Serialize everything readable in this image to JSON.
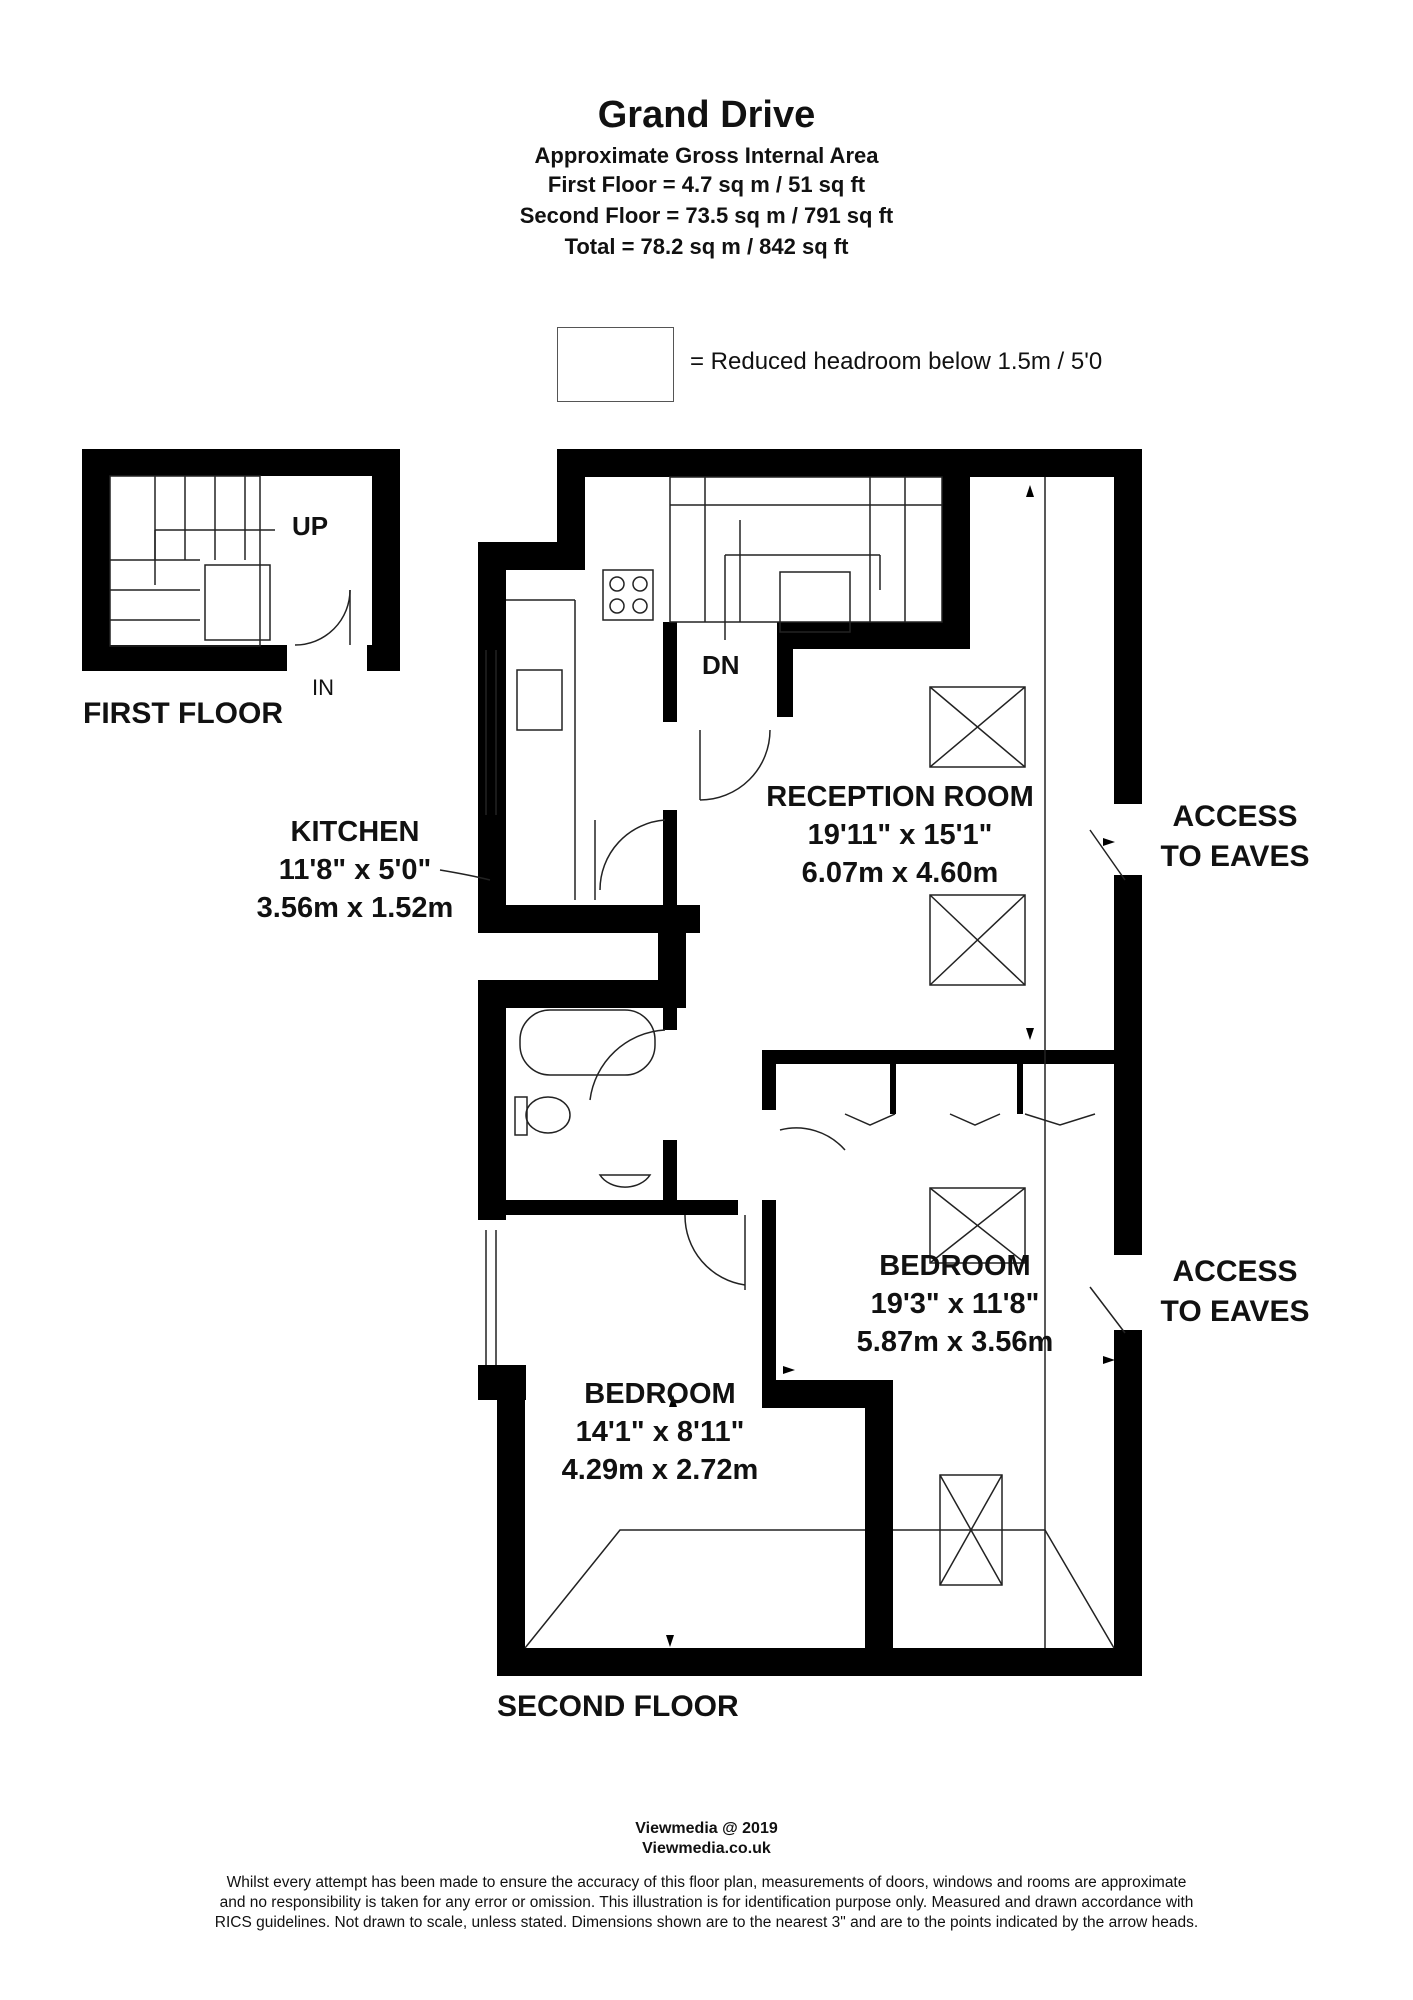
{
  "header": {
    "title": "Grand Drive",
    "subtitle": "Approximate Gross Internal Area",
    "first_floor_area": "First Floor = 4.7 sq m / 51 sq ft",
    "second_floor_area": "Second Floor = 73.5 sq m / 791 sq ft",
    "total_area": "Total = 78.2 sq m / 842 sq ft"
  },
  "legend": {
    "text": "= Reduced headroom below 1.5m / 5'0"
  },
  "first_floor": {
    "label": "FIRST FLOOR",
    "up": "UP",
    "in": "IN"
  },
  "second_floor": {
    "label": "SECOND FLOOR",
    "dn": "DN",
    "kitchen": {
      "name": "KITCHEN",
      "imperial": "11'8\" x 5'0\"",
      "metric": "3.56m x 1.52m"
    },
    "reception": {
      "name": "RECEPTION ROOM",
      "imperial": "19'11\" x 15'1\"",
      "metric": "6.07m x 4.60m"
    },
    "bedroom1": {
      "name": "BEDROOM",
      "imperial": "19'3\" x 11'8\"",
      "metric": "5.87m x 3.56m"
    },
    "bedroom2": {
      "name": "BEDROOM",
      "imperial": "14'1\" x 8'11\"",
      "metric": "4.29m x 2.72m"
    },
    "access1": {
      "line1": "ACCESS",
      "line2": "TO EAVES"
    },
    "access2": {
      "line1": "ACCESS",
      "line2": "TO EAVES"
    }
  },
  "footer": {
    "copyright": "Viewmedia @ 2019",
    "website": "Viewmedia.co.uk",
    "disclaimer_1": "Whilst every attempt has been made to ensure the accuracy of this floor plan, measurements of doors, windows and rooms are approximate",
    "disclaimer_2": "and no responsibility is taken for any error or omission. This illustration is for identification purpose only. Measured and drawn accordance with",
    "disclaimer_3": "RICS guidelines. Not drawn to scale, unless stated. Dimensions shown are to the nearest 3\" and are to the points indicated by the arrow heads."
  },
  "colors": {
    "wall": "#000000",
    "line": "#333333",
    "background": "#ffffff"
  }
}
